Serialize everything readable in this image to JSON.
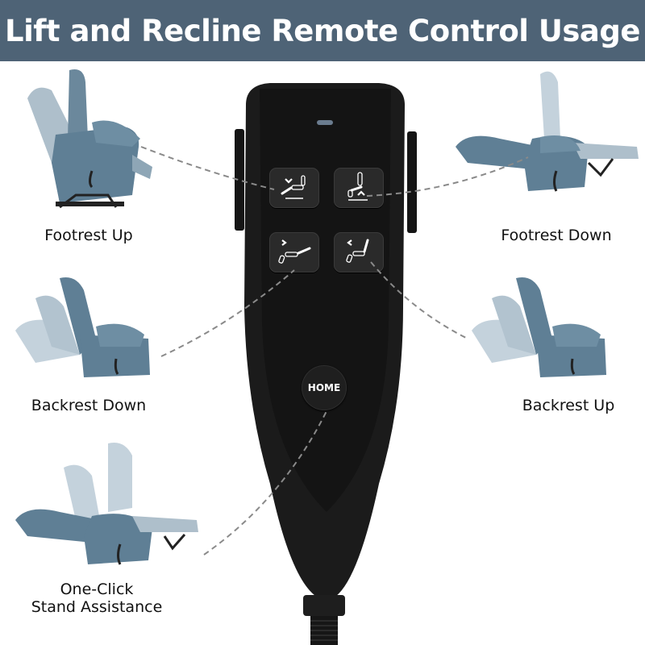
{
  "header": {
    "title": "Lift and Recline Remote Control Usage",
    "background_color": "#4e6376"
  },
  "remote": {
    "buttons": [
      {
        "id": "footrest-up",
        "position": "top-left",
        "arrow": "down-chevron",
        "icon": "footrest-up-icon"
      },
      {
        "id": "footrest-down",
        "position": "top-right",
        "arrow": "up-chevron",
        "icon": "footrest-down-icon"
      },
      {
        "id": "backrest-down",
        "position": "middle-left",
        "arrow": "right-chevron",
        "icon": "backrest-down-icon"
      },
      {
        "id": "backrest-up",
        "position": "middle-right",
        "arrow": "left-chevron",
        "icon": "backrest-up-icon"
      }
    ],
    "home_label": "HOME",
    "led_color": "#6b7c8f",
    "body_color": "#1b1b1b"
  },
  "functions": {
    "footrest_up": "Footrest Up",
    "footrest_down": "Footrest Down",
    "backrest_down": "Backrest Down",
    "backrest_up": "Backrest Up",
    "stand_line1": "One-Click",
    "stand_line2": "Stand Assistance"
  },
  "colors": {
    "chair_fabric": "#5f7f95",
    "chair_fabric_light": "#aebfcb",
    "dashed_line": "#888888"
  }
}
